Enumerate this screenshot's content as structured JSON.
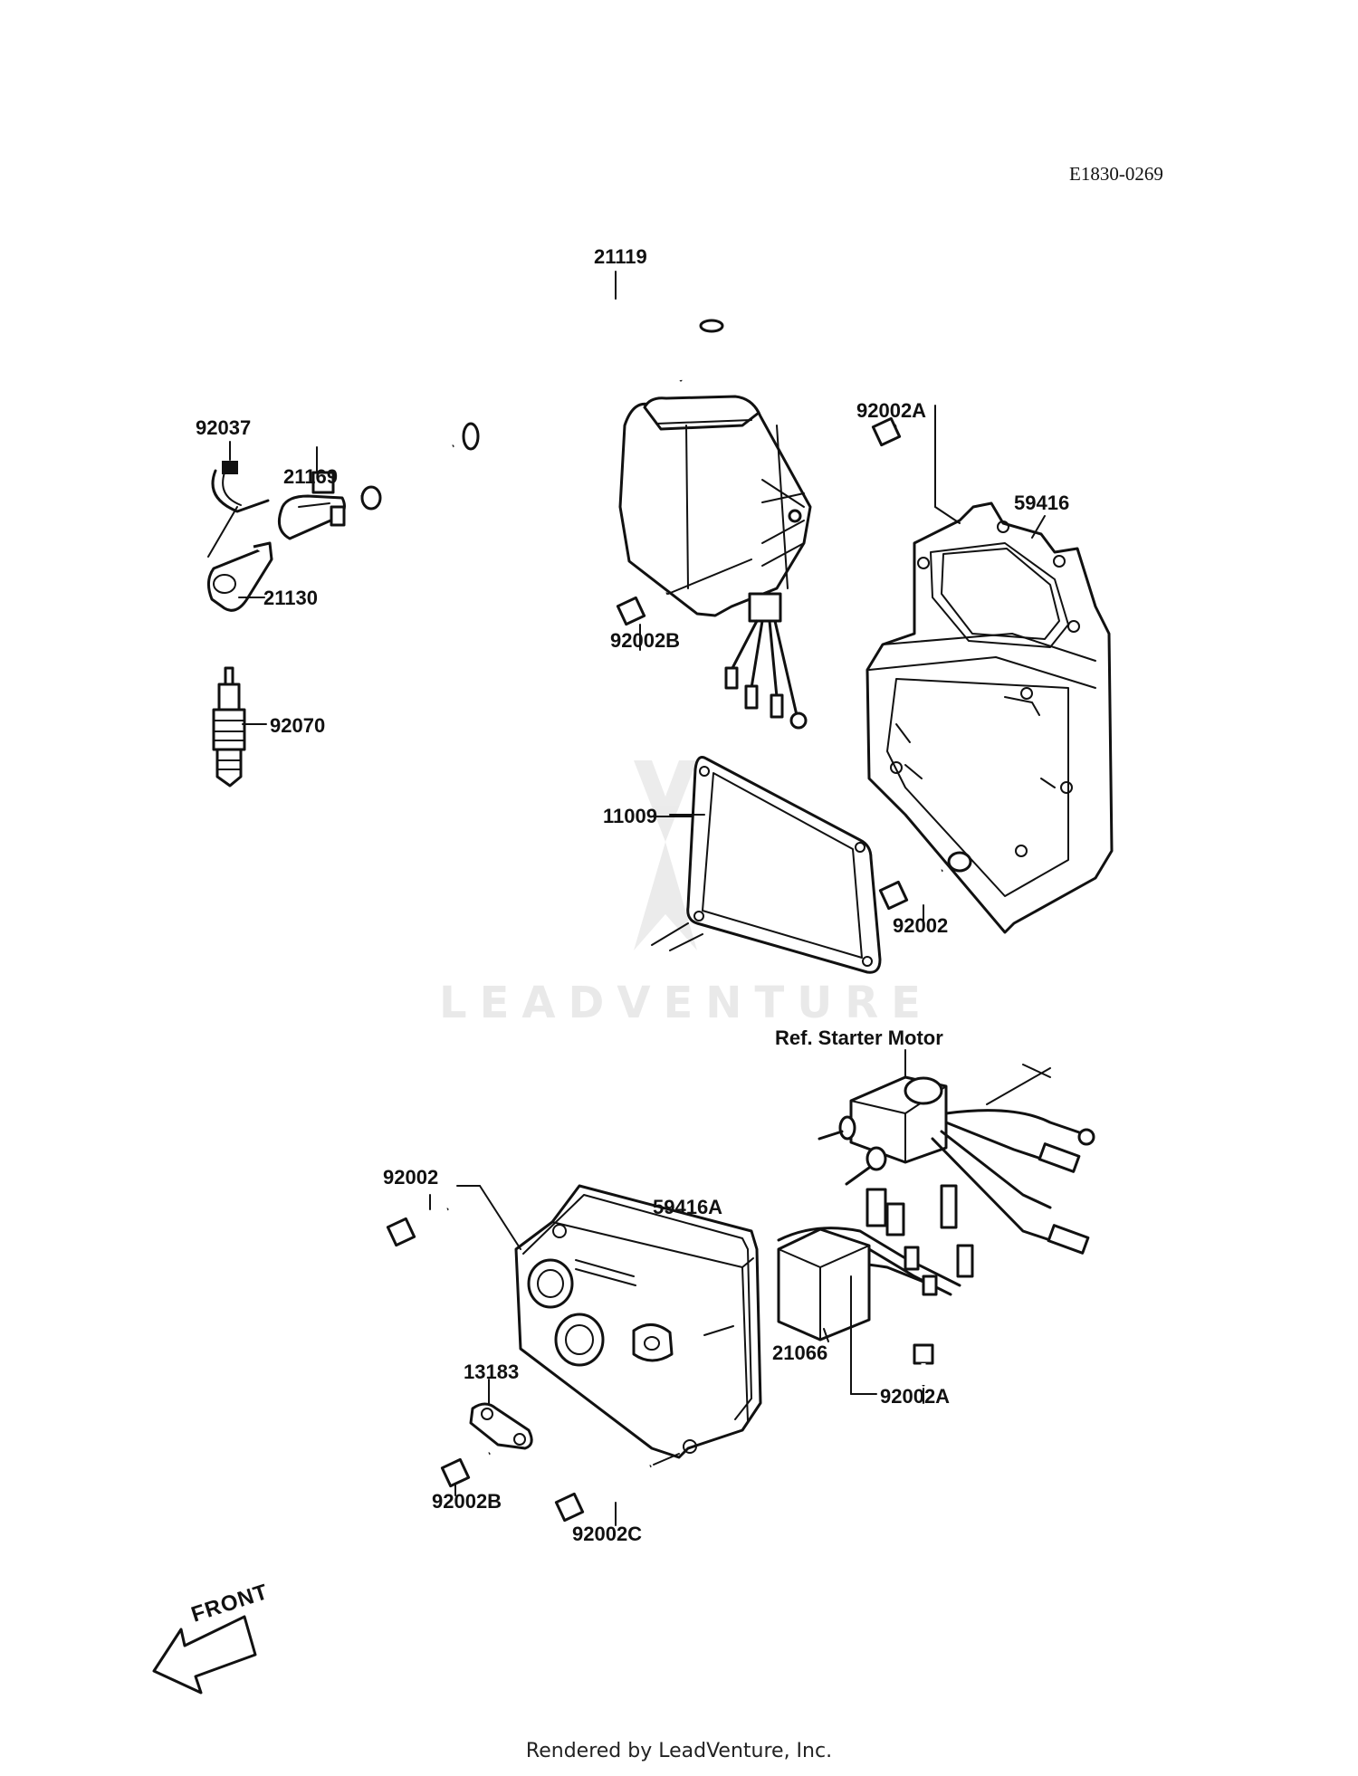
{
  "diagram_code": "E1830-0269",
  "watermark": "LEADVENTURE",
  "footer": "Rendered by LeadVenture, Inc.",
  "front_label": "FRONT",
  "ref_label": "Ref. Starter Motor",
  "callouts": [
    "21119",
    "92002A",
    "92037",
    "21169",
    "59416",
    "21130",
    "92002B",
    "92070",
    "11009",
    "92002",
    "92002",
    "59416A",
    "21066",
    "13183",
    "92002A",
    "92002B",
    "92002C"
  ]
}
